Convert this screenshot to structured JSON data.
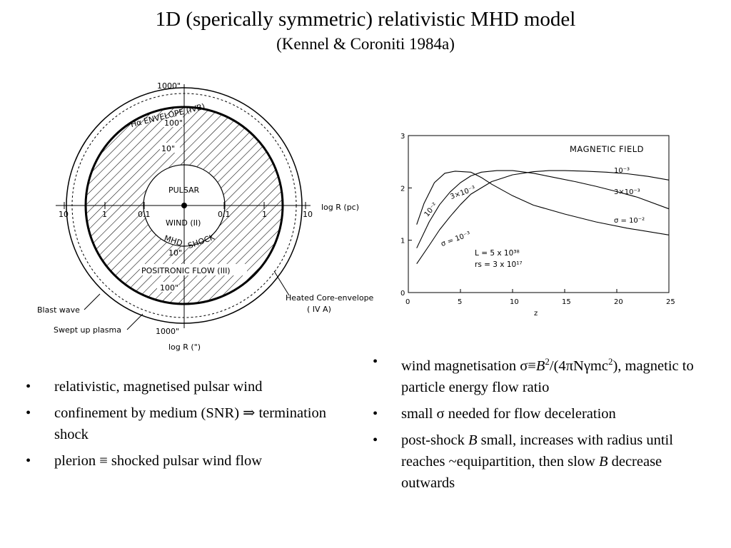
{
  "slide": {
    "title": "1D (sperically symmetric) relativistic MHD model",
    "subtitle": "(Kennel & Coroniti 1984a)"
  },
  "diagram": {
    "labels": {
      "top_1000": "1000\"",
      "envelope": "Hα ENVELOPE (IVB)",
      "top_100": "100\"",
      "top_10": "10\"",
      "pulsar": "PULSAR",
      "wind": "WIND (II)",
      "mhd": "MHD",
      "shock": "SHOCK",
      "bottom_10": "10\"",
      "positronic": "POSITRONIC FLOW (III)",
      "bottom_100": "100\"",
      "bottom_1000": "1000\"",
      "log_r_pc": "log R (pc)",
      "log_r_arcsec": "log R (\")",
      "blast_wave": "Blast wave",
      "swept_up": "Swept up plasma",
      "heated_core": "Heated Core-envelope",
      "heated_core_id": "( IV A)"
    },
    "axis_ticks": [
      "10",
      "1",
      "0.1",
      "0.1",
      "1",
      "10"
    ]
  },
  "chart_data": {
    "type": "line",
    "title": "MAGNETIC FIELD",
    "xlabel": "z",
    "ylabel": "",
    "xlim": [
      0,
      25
    ],
    "ylim": [
      0,
      3
    ],
    "xticks": [
      "0",
      "5",
      "10",
      "15",
      "20",
      "25"
    ],
    "yticks": [
      "0",
      "1",
      "2",
      "3"
    ],
    "series": [
      {
        "name": "10⁻²",
        "x": [
          0.8,
          1.5,
          2.5,
          3.5,
          4.5,
          6,
          7,
          8,
          10,
          12,
          15,
          18,
          21,
          25
        ],
        "y": [
          1.3,
          1.7,
          2.1,
          2.28,
          2.32,
          2.3,
          2.2,
          2.07,
          1.85,
          1.67,
          1.5,
          1.35,
          1.23,
          1.1
        ]
      },
      {
        "name": "3×10⁻³",
        "x": [
          0.8,
          2,
          3,
          4,
          5,
          6,
          7,
          8.5,
          10,
          12,
          14,
          16,
          18,
          20,
          22,
          25
        ],
        "y": [
          0.85,
          1.35,
          1.68,
          1.92,
          2.1,
          2.23,
          2.3,
          2.33,
          2.33,
          2.28,
          2.2,
          2.12,
          2.03,
          1.93,
          1.82,
          1.6
        ]
      },
      {
        "name": "σ = 10⁻³",
        "x": [
          0.8,
          2,
          3,
          4,
          5,
          6,
          8,
          10,
          12,
          13.5,
          15,
          17,
          19,
          21,
          23,
          25
        ],
        "y": [
          0.55,
          0.9,
          1.2,
          1.45,
          1.68,
          1.88,
          2.12,
          2.25,
          2.31,
          2.33,
          2.33,
          2.32,
          2.3,
          2.27,
          2.22,
          2.15
        ]
      }
    ],
    "annotations": {
      "label_1e3": "10⁻³",
      "label_3e3": "3×10⁻³",
      "label_1e2": "σ = 10⁻²",
      "label_left_1e2": "10⁻²",
      "label_left_3e3": "3×10⁻³",
      "label_left_sigma": "σ = 10⁻³",
      "L_value": "L = 5 x 10³⁸",
      "rs_value": "rs = 3 x 10¹⁷"
    }
  },
  "bullets_left": [
    {
      "text": "relativistic, magnetised pulsar wind"
    },
    {
      "text": "confinement by medium (SNR) ⇒ termination shock"
    },
    {
      "text": "plerion ≡ shocked pulsar wind flow"
    }
  ],
  "bullets_right": {
    "b1_pre": "wind magnetisation σ≡",
    "b1_B": "B",
    "b1_sup1": "2",
    "b1_mid": "/(4πNγmc",
    "b1_sup2": "2",
    "b1_post": "), magnetic to particle energy flow ratio",
    "b2": "small σ needed for flow deceleration",
    "b3_pre": "post-shock ",
    "b3_B": "B",
    "b3_mid": " small, increases with radius until reaches ~equipartition, then slow ",
    "b3_B2": "B",
    "b3_post": " decrease outwards"
  },
  "bullet_char": "•"
}
